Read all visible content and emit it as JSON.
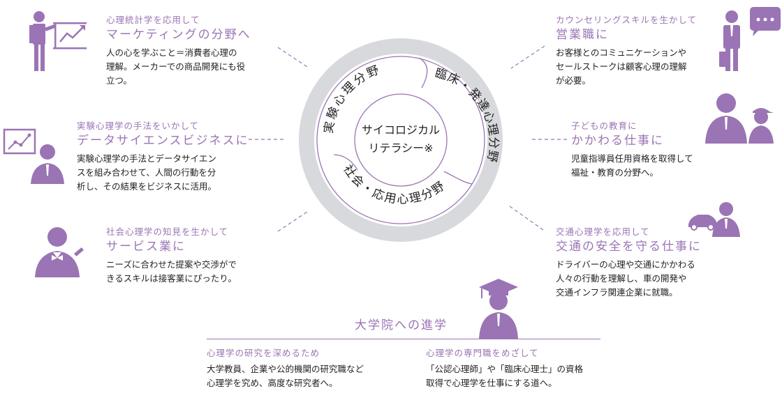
{
  "center": {
    "line1": "サイコロジカル",
    "line2": "リテラシー※",
    "segments": [
      "実験心理分野",
      "臨床・発達心理分野",
      "社会・応用心理分野"
    ]
  },
  "careers": [
    {
      "subtitle": "心理統計学を応用して",
      "title": "マーケティングの分野へ",
      "body": [
        "人の心を学ぶこと＝消費者心理の",
        "理解。メーカーでの商品開発にも役",
        "立つ。"
      ]
    },
    {
      "subtitle": "実験心理学の手法をいかして",
      "title": "データサイエンスビジネスに",
      "body": [
        "実験心理学の手法とデータサイエン",
        "スを組み合わせて、人間の行動を分",
        "析し、その結果をビジネスに活用。"
      ]
    },
    {
      "subtitle": "社会心理学の知見を生かして",
      "title": "サービス業に",
      "body": [
        "ニーズに合わせた提案や交渉がで",
        "きるスキルは接客業にぴったり。"
      ]
    },
    {
      "subtitle": "カウンセリングスキルを生かして",
      "title": "営業職に",
      "body": [
        "お客様とのコミュニケーションや",
        "セールストークは顧客心理の理解",
        "が必要。"
      ]
    },
    {
      "subtitle": "子どもの教育に",
      "title": "かかわる仕事に",
      "body": [
        "児童指導員任用資格を取得して",
        "福祉・教育の分野へ。"
      ]
    },
    {
      "subtitle": "交通心理学を応用して",
      "title": "交通の安全を守る仕事に",
      "body": [
        "ドライバーの心理や交通にかかわる",
        "人々の行動を理解し、車の開発や",
        "交通インフラ関連企業に就職。"
      ]
    }
  ],
  "graduate": {
    "title": "大学院への進学",
    "research": {
      "subtitle": "心理学の研究を深めるため",
      "body": [
        "大学教員、企業や公的機関の研究職など",
        "心理学を究め、高度な研究者へ。"
      ]
    },
    "professional": {
      "subtitle": "心理学の専門職をめざして",
      "body": [
        "「公認心理師」や「臨床心理士」の資格",
        "取得で心理学を仕事にする道へ。"
      ]
    }
  },
  "colors": {
    "purple": "#9a74b4",
    "ring": "#d8d9dd",
    "text": "#222222"
  },
  "icons": [
    "presenter-chart-icon",
    "chart-person-icon",
    "butler-icon",
    "businessman-speech-icon",
    "parent-child-icon",
    "car-person-icon",
    "graduate-icon"
  ]
}
